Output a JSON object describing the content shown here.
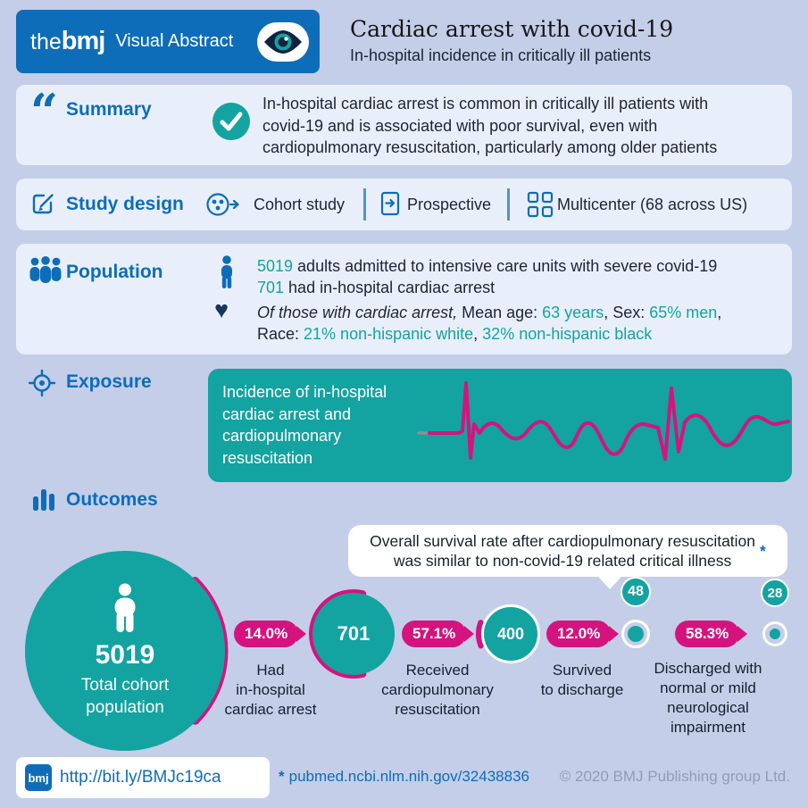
{
  "header": {
    "logo_the": "the",
    "logo_bmj": "bmj",
    "product": "Visual Abstract",
    "title": "Cardiac arrest with covid-19",
    "subtitle": "In-hospital incidence in critically ill patients"
  },
  "icons": {
    "quote": "“",
    "heart": "♥"
  },
  "summary": {
    "label": "Summary",
    "text": "In-hospital cardiac arrest is common in critically ill patients with\ncovid-19 and is associated with poor survival, even with\ncardiopulmonary resuscitation, particularly among older patients"
  },
  "study_design": {
    "label": "Study design",
    "items": [
      {
        "label": "Cohort study"
      },
      {
        "label": "Prospective"
      },
      {
        "label": "Multicenter (68 across US)"
      }
    ]
  },
  "population": {
    "label": "Population",
    "row1": {
      "v": "5019",
      "t": " adults admitted to intensive care units with severe covid-19"
    },
    "row2": {
      "v": "701",
      "t": " had in-hospital cardiac arrest"
    },
    "row3": {
      "s1": "Of those with cardiac arrest,",
      "s2": " Mean age: ",
      "s3": "63 years",
      "s4": ", Sex: ",
      "s5": "65% men",
      "s6": ","
    },
    "row4": {
      "s1": "Race: ",
      "s2": "21% non-hispanic white",
      "s3": ", ",
      "s4": "32% non-hispanic black"
    }
  },
  "exposure": {
    "label": "Exposure",
    "box_text": "Incidence of in-hospital\ncardiac arrest and\ncardiopulmonary\nresuscitation"
  },
  "outcomes": {
    "label": "Outcomes",
    "callout_text": "Overall survival rate after cardiopulmonary resuscitation\nwas similar to non-covid-19 related critical illness",
    "callout_asterisk": "*",
    "start_value": "5019",
    "start_label": "Total cohort\npopulation",
    "steps": [
      {
        "percent": "14.0%",
        "value": "701",
        "label": "Had\nin-hospital\ncardiac arrest"
      },
      {
        "percent": "57.1%",
        "value": "400",
        "label": "Received\ncardiopulmonary\nresuscitation"
      },
      {
        "percent": "12.0%",
        "value": "48",
        "label": "Survived\nto discharge"
      },
      {
        "percent": "58.3%",
        "value": "28",
        "label": "Discharged with\nnormal or mild\nneurological\nimpairment"
      }
    ]
  },
  "footer": {
    "logo": "bmj",
    "link": "http://bit.ly/BMJc19ca",
    "ref_asterisk": "*",
    "ref": "pubmed.ncbi.nlm.nih.gov/32438836",
    "copyright": "© 2020 BMJ Publishing group Ltd."
  },
  "colors": {
    "background": "#c4cee8",
    "panel": "#e9effa",
    "blue": "#0d6db8",
    "teal": "#13a3a1",
    "pink": "#d5137e",
    "dark": "#1d2433"
  }
}
